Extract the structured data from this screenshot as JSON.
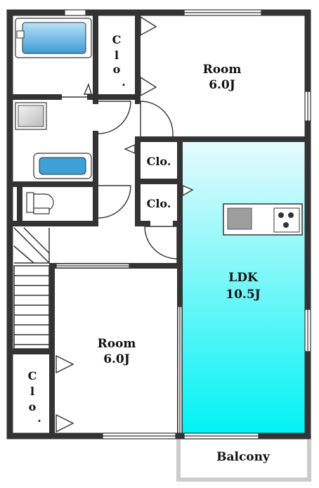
{
  "floorplan": {
    "rooms": {
      "room_top": {
        "name": "Room",
        "size": "6.0J"
      },
      "room_bottom": {
        "name": "Room",
        "size": "6.0J"
      },
      "ldk": {
        "name": "LDK",
        "size": "10.5J"
      },
      "balcony": {
        "name": "Balcony"
      }
    },
    "closets": {
      "closet_top_left": {
        "c": "C",
        "l": "l",
        "o": "o",
        "dot": "."
      },
      "closet_bottom_left": {
        "c": "C",
        "l": "l",
        "o": "o",
        "dot": "."
      },
      "closet_mid_upper": "Clo.",
      "closet_mid_lower": "Clo."
    },
    "colors": {
      "wall": "#333333",
      "ldk_gradient_top": "#e6fbfc",
      "ldk_gradient_bottom": "#00f2f5",
      "fixture_blue": "#3fa0d8",
      "balcony_rail": "#cccccc"
    }
  }
}
